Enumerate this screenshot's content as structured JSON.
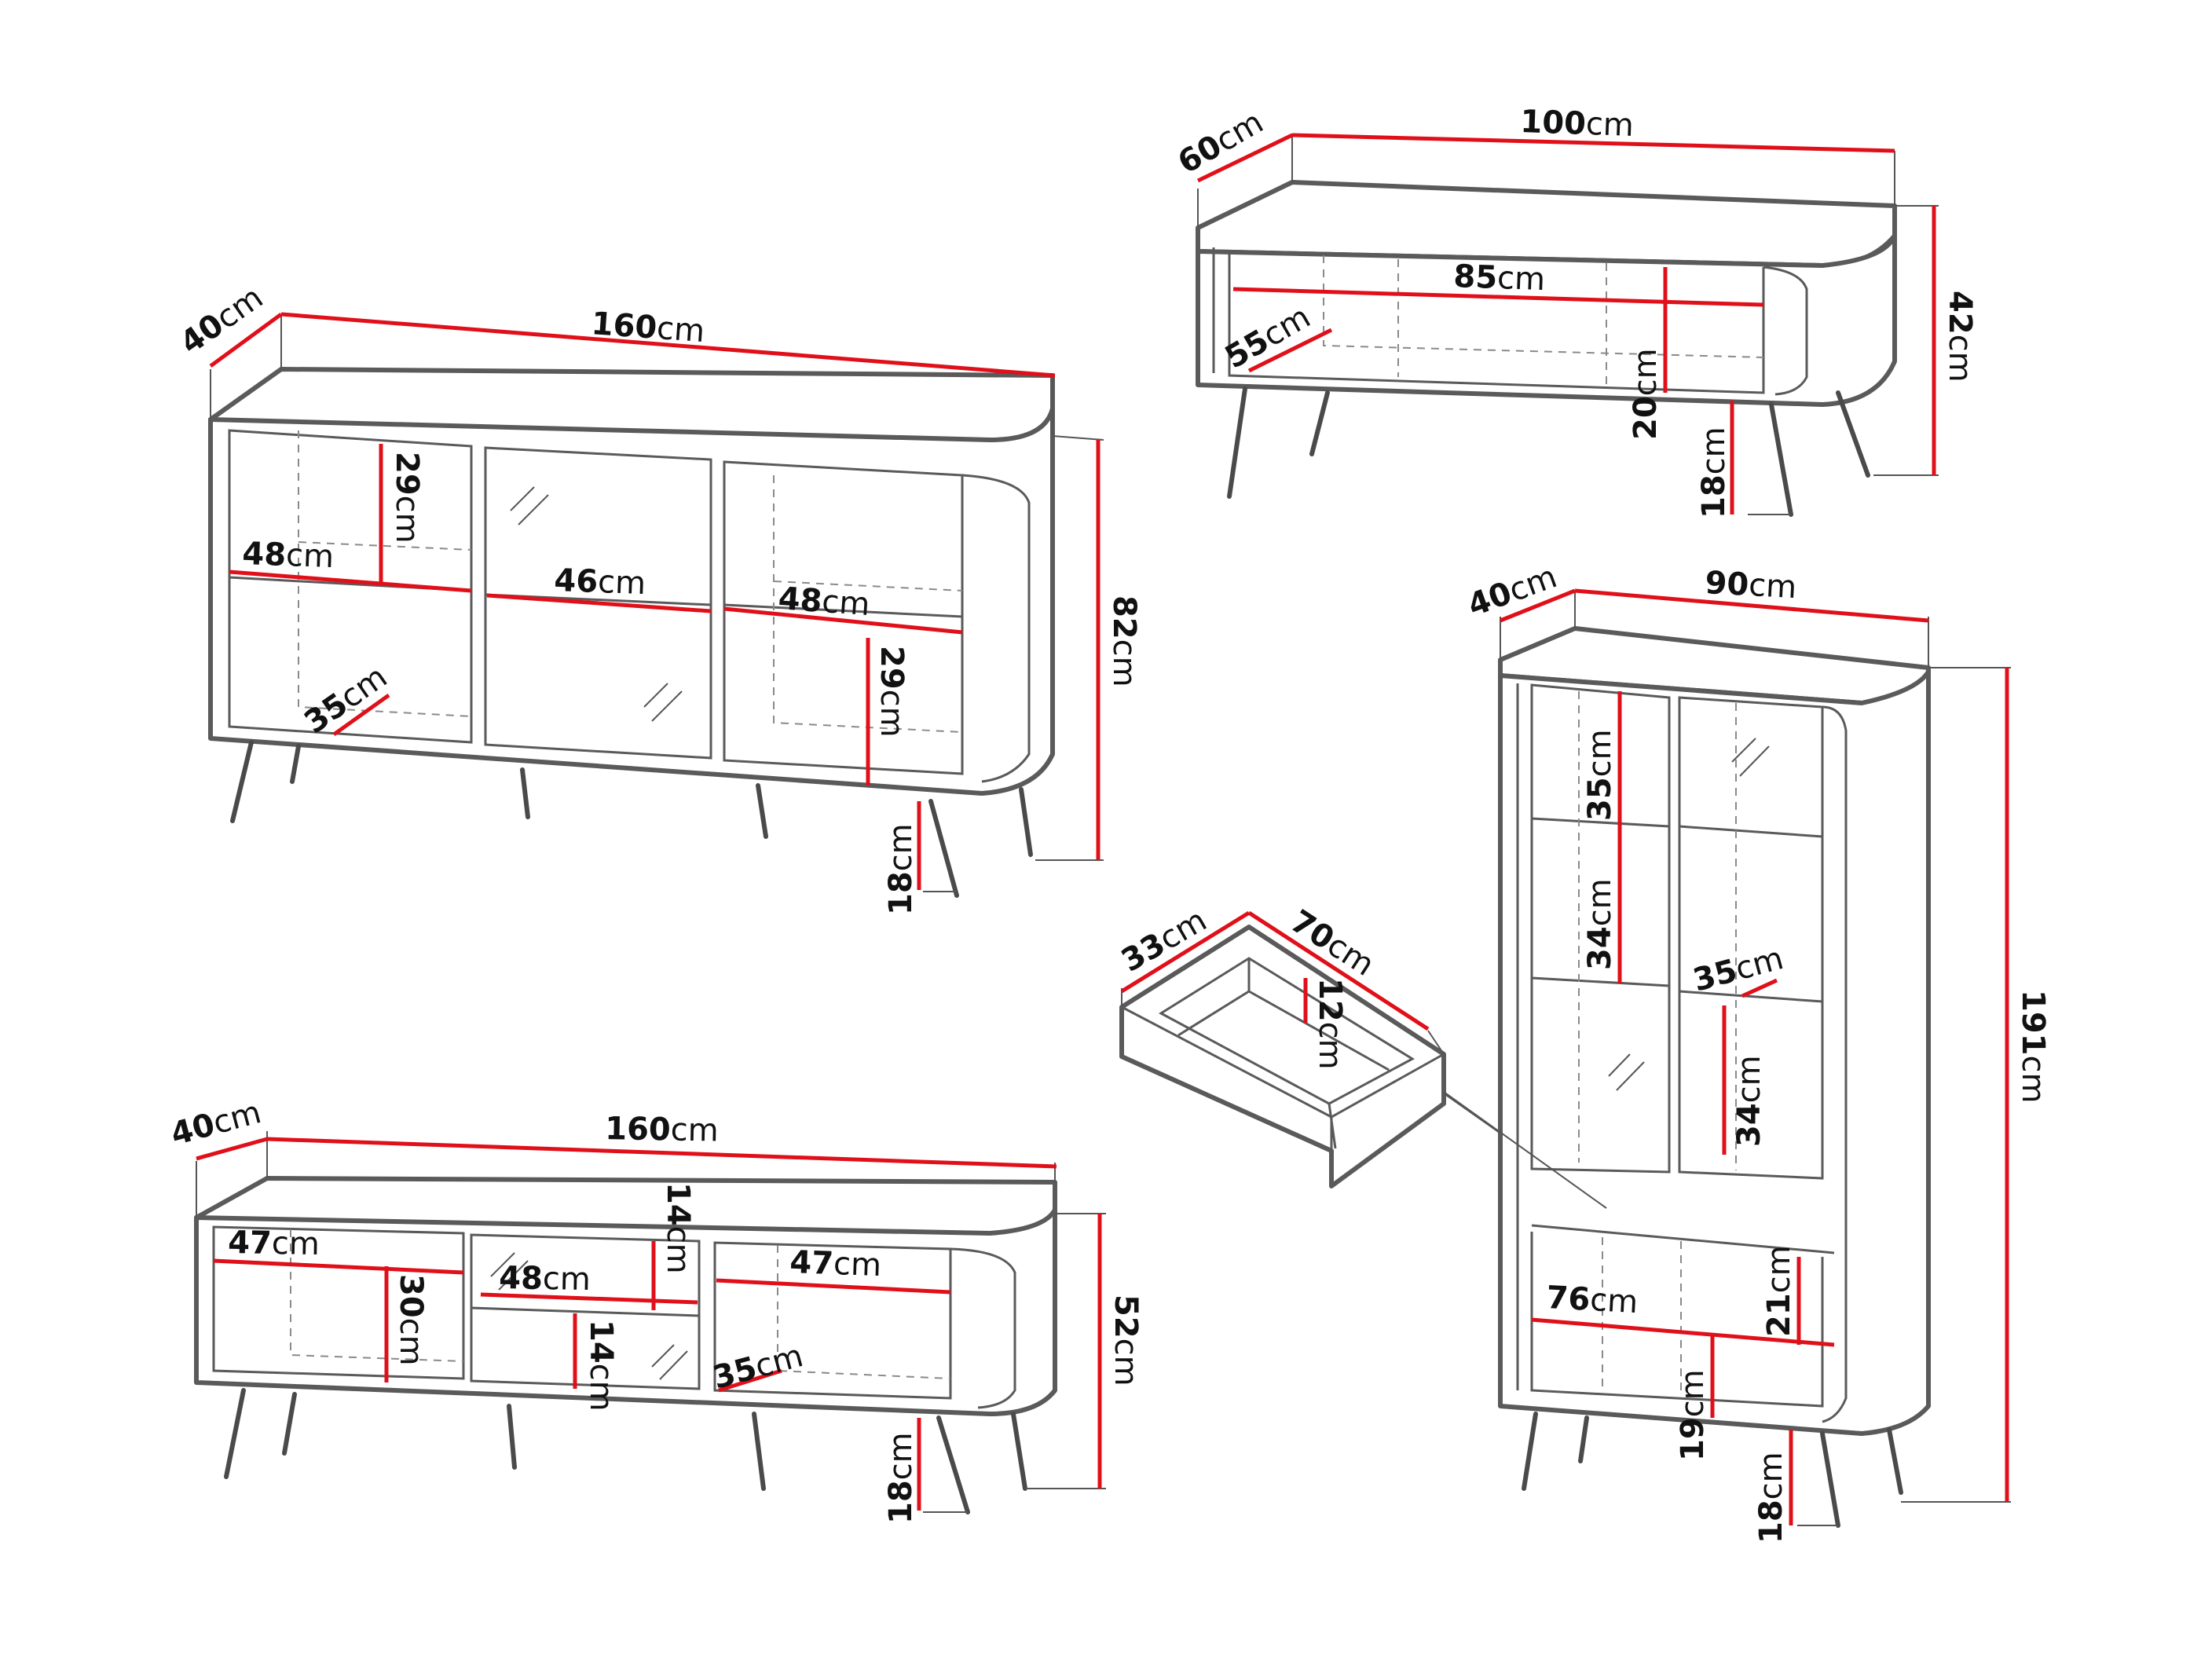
{
  "colors": {
    "dimension_line": "#e0101a",
    "outline": "#5a5a5a",
    "background": "#ffffff"
  },
  "unit": "cm",
  "sideboard": {
    "depth": "40",
    "width": "160",
    "height": "82",
    "leg_height": "18",
    "left_shelf_depth": "35",
    "left_width": "48",
    "left_upper_height": "29",
    "middle_width": "46",
    "right_width": "48",
    "right_lower_height": "29"
  },
  "coffee_table": {
    "depth": "60",
    "width": "100",
    "height": "42",
    "inner_width": "85",
    "inner_depth": "55",
    "inner_height": "20",
    "leg_height": "18"
  },
  "tv_stand": {
    "depth": "40",
    "width": "160",
    "height": "52",
    "leg_height": "18",
    "left_width": "47",
    "left_height": "30",
    "middle_width": "48",
    "middle_upper_height": "14",
    "middle_lower_height": "14",
    "right_width": "47",
    "right_shelf_depth": "35"
  },
  "drawer": {
    "depth": "33",
    "width": "70",
    "height": "12"
  },
  "display_cabinet": {
    "depth": "40",
    "width": "90",
    "height": "191",
    "upper_left_shelf_1": "35",
    "upper_left_shelf_2": "34",
    "right_shelf_depth": "35",
    "right_lower_height": "34",
    "bottom_width": "76",
    "bottom_right_height": "21",
    "bottom_left_height": "19",
    "leg_height": "18"
  }
}
